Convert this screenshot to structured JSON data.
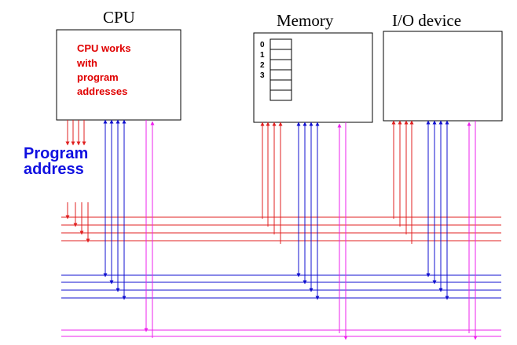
{
  "cpu": {
    "title": "CPU",
    "note_lines": [
      "CPU works",
      "with",
      "program",
      "addresses"
    ]
  },
  "memory": {
    "title": "Memory",
    "cell_labels": [
      "0",
      "1",
      "2",
      "3"
    ],
    "cell_count": 6
  },
  "io": {
    "title": "I/O device"
  },
  "program_address_lines": [
    "Program",
    "address"
  ],
  "colors": {
    "address_bus": "#e02020",
    "data_bus": "#1010d0",
    "control_bus": "#ee20ee",
    "box_border": "#000000",
    "note_text": "#e00000",
    "program_address_text": "#1010e0"
  }
}
